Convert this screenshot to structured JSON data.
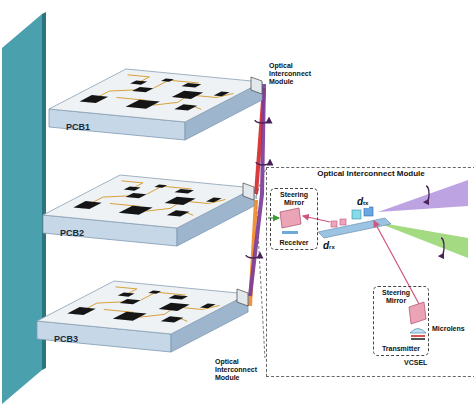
{
  "diagram": {
    "nodes": [
      {
        "text": [
          "PCB1"
        ]
      },
      {
        "text": [
          "PCB2"
        ]
      },
      {
        "text": [
          "PCB3"
        ]
      },
      {
        "text": [
          "Optical Interconnect Module"
        ]
      },
      {
        "text": [
          "Steering Mirror",
          "Receiver"
        ],
        "in": 3
      },
      {
        "text": [
          "Steering Mirror",
          "Transmitter"
        ],
        "in": 3
      }
    ],
    "edges": [
      {
        "from": 0,
        "to": 1,
        "arrow": "none"
      },
      {
        "from": 1,
        "to": 2,
        "arrow": "none"
      },
      {
        "from": 0,
        "to": 2,
        "arrow": "none"
      }
    ],
    "labels": [
      "Optical Interconnect Module",
      "Optical Interconnect Module",
      "dtx",
      "drx",
      "Microlens",
      "VCSEL"
    ]
  }
}
